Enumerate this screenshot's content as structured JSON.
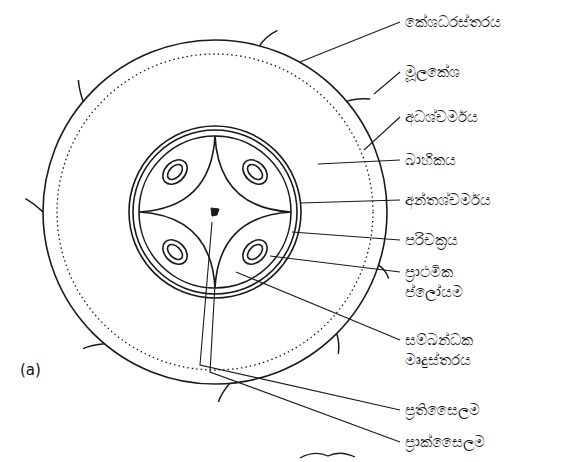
{
  "diagram": {
    "labels": [
      "කේශධරස්තරය",
      "මූලකේශ",
      "අධශ්චර්මය",
      "බාහිකය",
      "අන්තශ්චර්මය",
      "පරිචක්‍රය",
      "ප්‍රාථමික ප්ලෝයම",
      "සම්බන්ධක මෘදුස්තරය",
      "ප්‍රතිසෛලම",
      "ප්‍රාක්සෛලම",
      "(a)"
    ]
  }
}
